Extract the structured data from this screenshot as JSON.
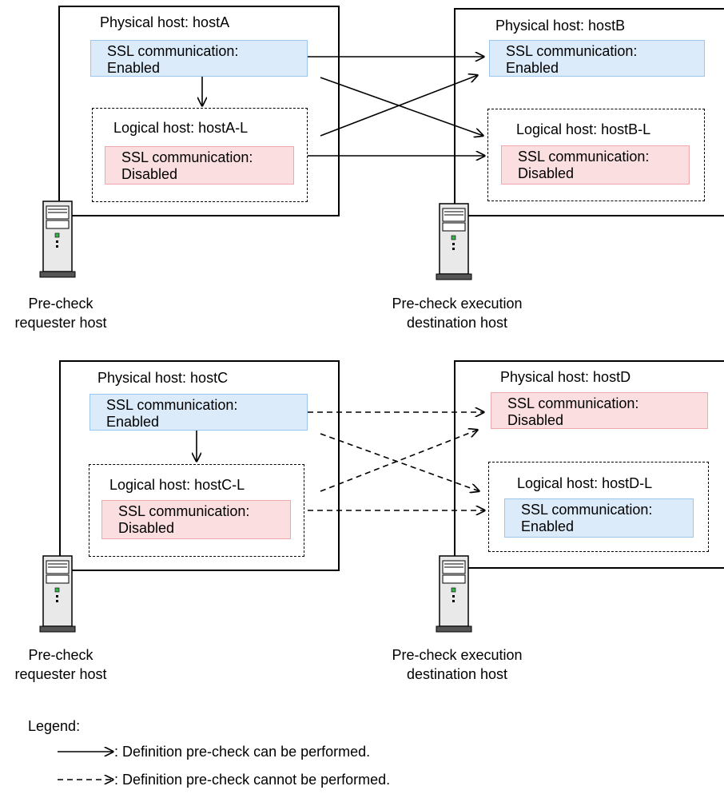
{
  "diagram1": {
    "requester": {
      "physical_title": "Physical host: hostA",
      "physical_ssl": "SSL communication:\nEnabled",
      "logical_title": "Logical host: hostA-L",
      "logical_ssl": "SSL communication:\nDisabled",
      "caption": "Pre-check\nrequester host"
    },
    "destination": {
      "physical_title": "Physical host: hostB",
      "physical_ssl": "SSL communication:\nEnabled",
      "logical_title": "Logical host: hostB-L",
      "logical_ssl": "SSL communication:\nDisabled",
      "caption": "Pre-check execution\ndestination host"
    }
  },
  "diagram2": {
    "requester": {
      "physical_title": "Physical host: hostC",
      "physical_ssl": "SSL communication:\nEnabled",
      "logical_title": "Logical host: hostC-L",
      "logical_ssl": "SSL communication:\nDisabled",
      "caption": "Pre-check\nrequester host"
    },
    "destination": {
      "physical_title": "Physical host: hostD",
      "physical_ssl": "SSL communication:\nDisabled",
      "logical_title": "Logical host: hostD-L",
      "logical_ssl": "SSL communication:\nEnabled",
      "caption": "Pre-check execution\ndestination host"
    }
  },
  "legend": {
    "title": "Legend:",
    "solid": ": Definition pre-check can be performed.",
    "dashed": ": Definition pre-check cannot be performed."
  },
  "colors": {
    "ssl_enabled_fill": "#dcebfa",
    "ssl_enabled_border": "#9cc6ee",
    "ssl_disabled_fill": "#fbdfe0",
    "ssl_disabled_border": "#eea7ab"
  }
}
